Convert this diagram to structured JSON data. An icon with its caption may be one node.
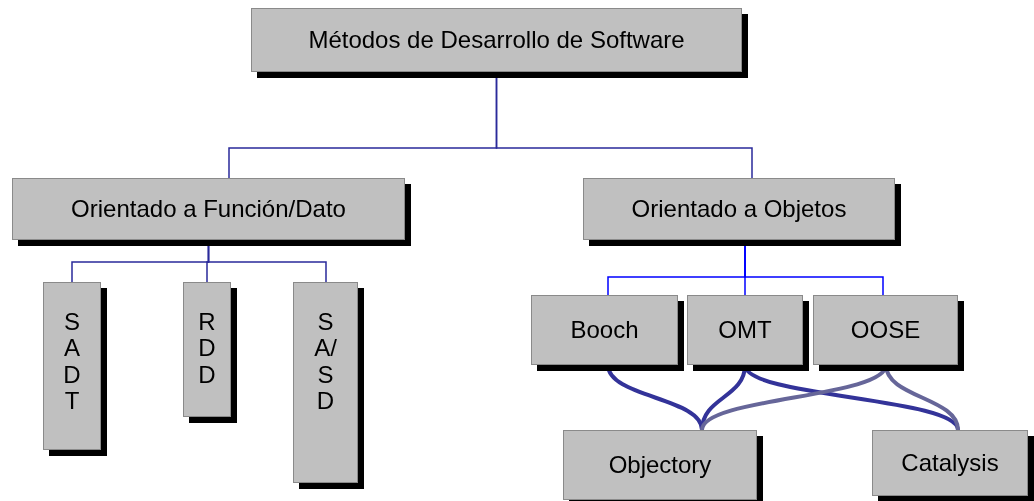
{
  "diagram": {
    "nodes": [
      {
        "text": [
          "Métodos de Desarrollo de Software"
        ]
      },
      {
        "text": [
          "Orientado a Función/Dato"
        ]
      },
      {
        "text": [
          "Orientado a Objetos"
        ]
      },
      {
        "text": [
          "SADT"
        ]
      },
      {
        "text": [
          "RDD"
        ]
      },
      {
        "text": [
          "SA/SD"
        ]
      },
      {
        "text": [
          "Booch"
        ]
      },
      {
        "text": [
          "OMT"
        ]
      },
      {
        "text": [
          "OOSE"
        ]
      },
      {
        "text": [
          "Objectory"
        ]
      },
      {
        "text": [
          "Catalysis"
        ]
      }
    ],
    "edges": [
      {
        "from": 0,
        "to": 1,
        "arrow": "none"
      },
      {
        "from": 0,
        "to": 2,
        "arrow": "none"
      },
      {
        "from": 1,
        "to": 3,
        "arrow": "none"
      },
      {
        "from": 1,
        "to": 4,
        "arrow": "none"
      },
      {
        "from": 1,
        "to": 5,
        "arrow": "none"
      },
      {
        "from": 2,
        "to": 6,
        "arrow": "none",
        "color": "#0000ff"
      },
      {
        "from": 2,
        "to": 7,
        "arrow": "none",
        "color": "#0000ff"
      },
      {
        "from": 2,
        "to": 8,
        "arrow": "none",
        "color": "#0000ff"
      },
      {
        "from": 6,
        "to": 9,
        "arrow": "none",
        "style": "thick"
      },
      {
        "from": 7,
        "to": 9,
        "arrow": "none",
        "style": "thick"
      },
      {
        "from": 7,
        "to": 10,
        "arrow": "none",
        "style": "thick"
      },
      {
        "from": 8,
        "to": 9,
        "arrow": "none",
        "style": "thick",
        "color": "#666699"
      },
      {
        "from": 8,
        "to": 10,
        "arrow": "none",
        "style": "thick",
        "color": "#666699"
      }
    ]
  }
}
